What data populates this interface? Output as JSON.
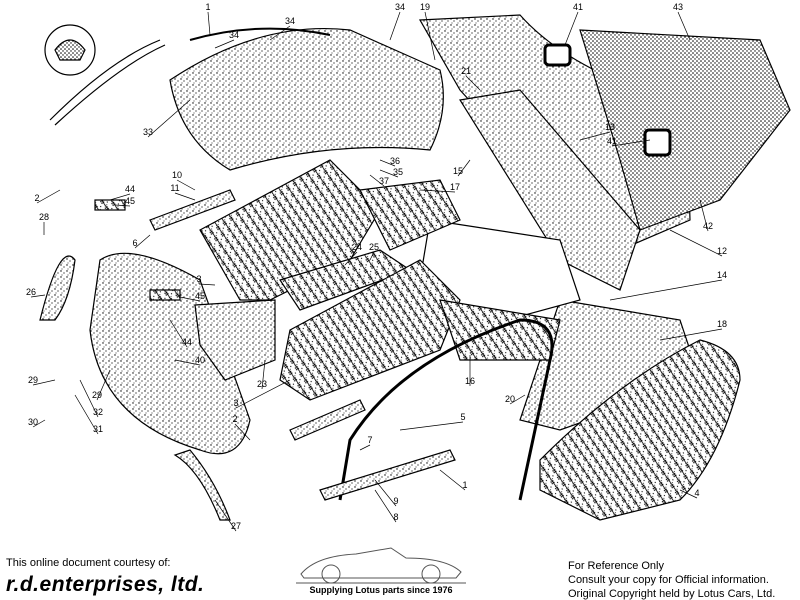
{
  "diagram": {
    "callouts": [
      "1",
      "34",
      "34",
      "34",
      "19",
      "41",
      "43",
      "21",
      "15",
      "13",
      "41",
      "33",
      "36",
      "35",
      "37",
      "17",
      "10",
      "11",
      "44",
      "45",
      "2",
      "28",
      "6",
      "24",
      "25",
      "3",
      "26",
      "45",
      "44",
      "40",
      "29",
      "29",
      "32",
      "30",
      "31",
      "23",
      "3",
      "2",
      "16",
      "20",
      "5",
      "7",
      "1",
      "9",
      "8",
      "4",
      "27",
      "42",
      "12",
      "14",
      "18"
    ]
  },
  "footer": {
    "courtesy": "This online document courtesy of:",
    "brand": "r.d.enterprises, ltd.",
    "tagline": "Supplying Lotus parts since 1976",
    "notice": [
      "For Reference Only",
      "Consult your copy for Official information.",
      "Original Copyright held by Lotus Cars, Ltd."
    ]
  }
}
